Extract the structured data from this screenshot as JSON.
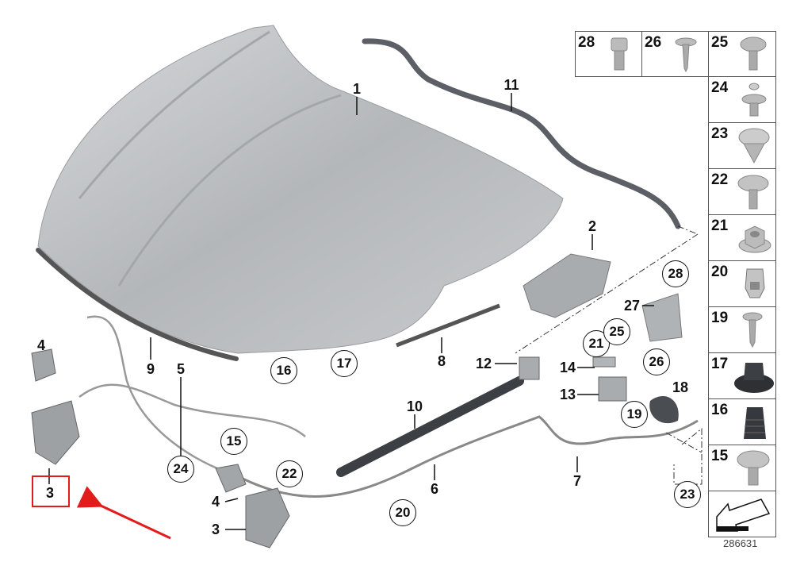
{
  "diagram": {
    "plain_labels": [
      "1",
      "11",
      "2",
      "8",
      "12",
      "10",
      "6",
      "7",
      "14",
      "13",
      "27",
      "18",
      "4",
      "9",
      "5",
      "3",
      "4",
      "3"
    ],
    "circled_labels": [
      "16",
      "17",
      "15",
      "24",
      "22",
      "20",
      "21",
      "25",
      "26",
      "28",
      "19",
      "23"
    ],
    "parts_grid": [
      "28",
      "26",
      "25",
      "24",
      "23",
      "22",
      "21",
      "20",
      "19",
      "17",
      "16",
      "15"
    ],
    "reference_number": "286631",
    "highlight": {
      "label": "3",
      "color": "#e21b1b"
    }
  }
}
